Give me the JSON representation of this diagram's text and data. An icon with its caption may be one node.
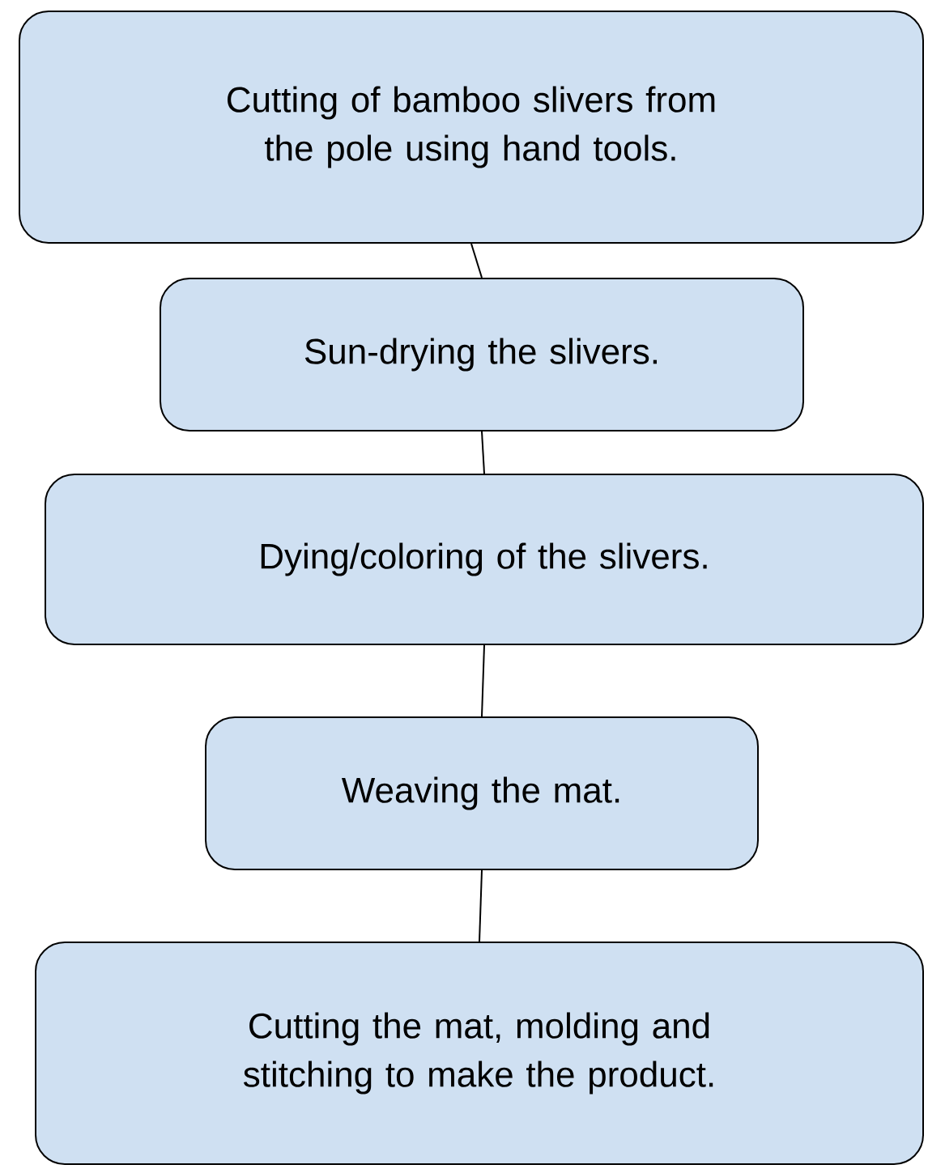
{
  "diagram": {
    "nodes": [
      {
        "text": [
          "Cutting of bamboo slivers from the pole using hand tools."
        ]
      },
      {
        "text": [
          "Sun-drying the slivers."
        ]
      },
      {
        "text": [
          "Dying/coloring of the slivers."
        ]
      },
      {
        "text": [
          "Weaving the mat."
        ]
      },
      {
        "text": [
          "Cutting the mat, molding and stitching to make the product."
        ]
      }
    ],
    "edges": [
      {
        "from": 0,
        "to": 1,
        "arrow": "none"
      },
      {
        "from": 1,
        "to": 2,
        "arrow": "none"
      },
      {
        "from": 2,
        "to": 3,
        "arrow": "none"
      },
      {
        "from": 3,
        "to": 4,
        "arrow": "none"
      }
    ]
  }
}
